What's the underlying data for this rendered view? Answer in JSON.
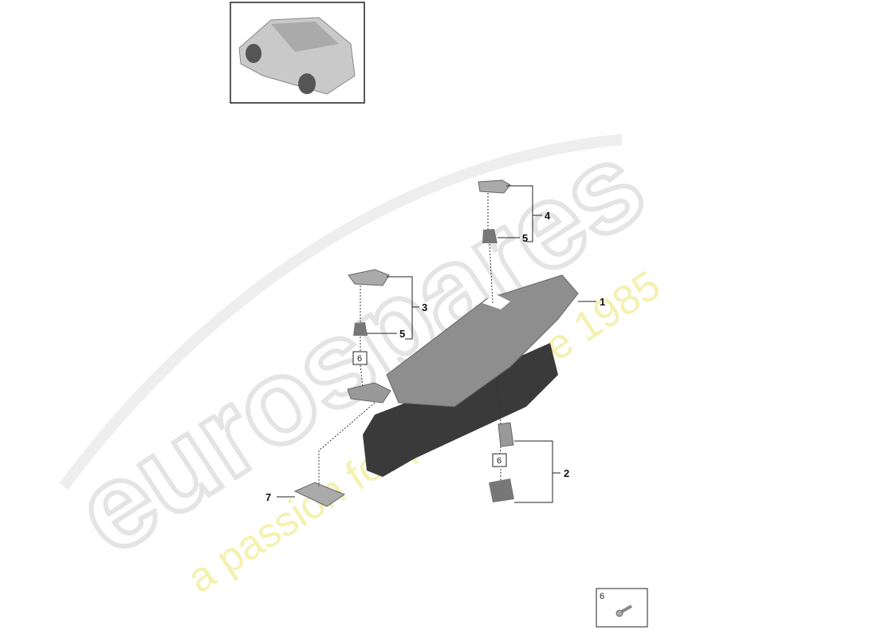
{
  "watermark": {
    "brand": "eurospares",
    "tagline": "a passion for parts since 1985",
    "brand_color": "#e6e6e6",
    "tagline_color": "#f3f0a8"
  },
  "diagram": {
    "callouts": {
      "part1": "1",
      "part2": "2",
      "part3": "3",
      "part4": "4",
      "part5_upper": "5",
      "part5_lower": "5",
      "part6_box_left": "6",
      "part6_box_right": "6",
      "part7": "7"
    },
    "legend": {
      "number": "6",
      "icon": "screw-icon"
    },
    "thumbnail": {
      "icon": "suv-car-icon"
    }
  }
}
